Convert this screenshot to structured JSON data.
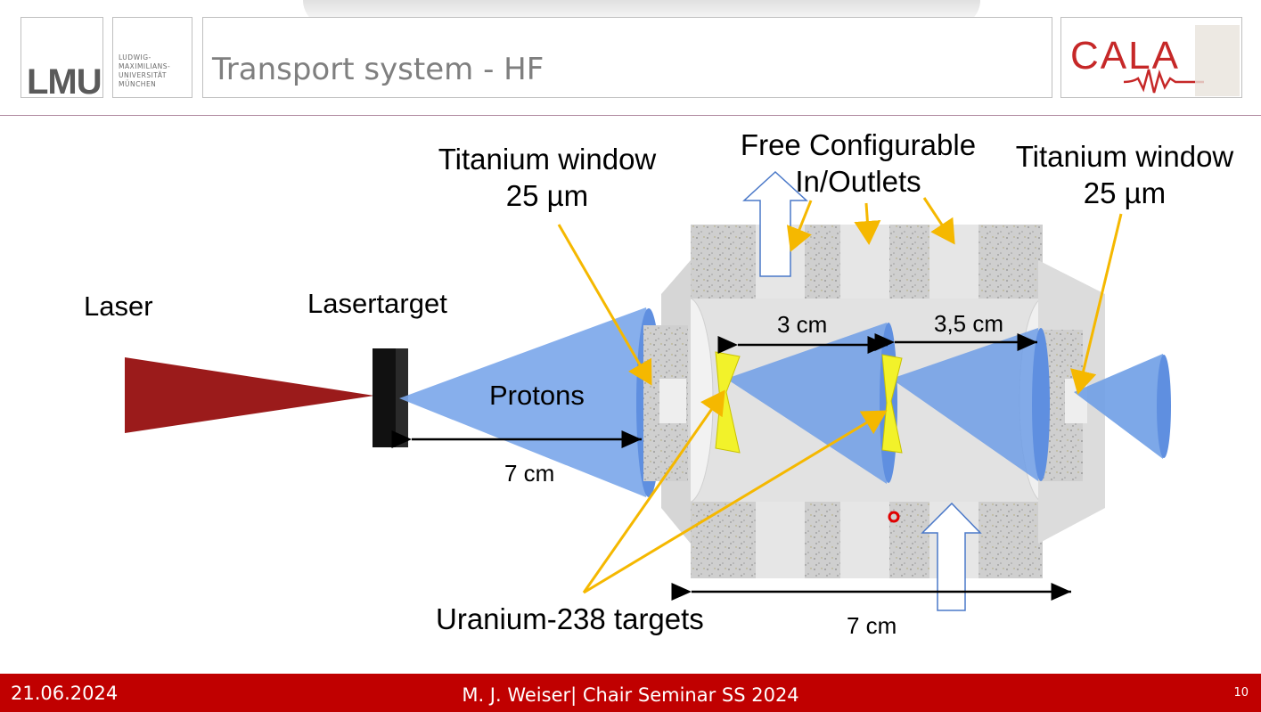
{
  "header": {
    "lmu_mark": "LMU",
    "lmu_lines": [
      "LUDWIG-",
      "MAXIMILIANS-",
      "UNIVERSITÄT",
      "MÜNCHEN"
    ],
    "title": "Transport system - HF",
    "cala_mark": "CALA"
  },
  "diagram": {
    "labels": {
      "laser": "Laser",
      "lasertarget": "Lasertarget",
      "protons": "Protons",
      "titanium_left": [
        "Titanium window",
        "25 µm"
      ],
      "titanium_right": [
        "Titanium window",
        "25 µm"
      ],
      "free_config": [
        "Free Configurable",
        "In/Outlets"
      ],
      "uranium": "Uranium-238 targets",
      "dist_laser_target": "7 cm",
      "dist_targets_1": "3 cm",
      "dist_targets_2": "3,5 cm",
      "dist_total": "7 cm"
    },
    "colors": {
      "laser_beam": "#9b1b1b",
      "proton_cone": "#6f9ee6",
      "arrow_annotation": "#f5b800",
      "uranium_target": "#f2f22a",
      "block_gray": "#cfcfcf"
    }
  },
  "footer": {
    "date": "21.06.2024",
    "presenter": "M. J. Weiser| Chair Seminar SS 2024",
    "page": "10"
  }
}
